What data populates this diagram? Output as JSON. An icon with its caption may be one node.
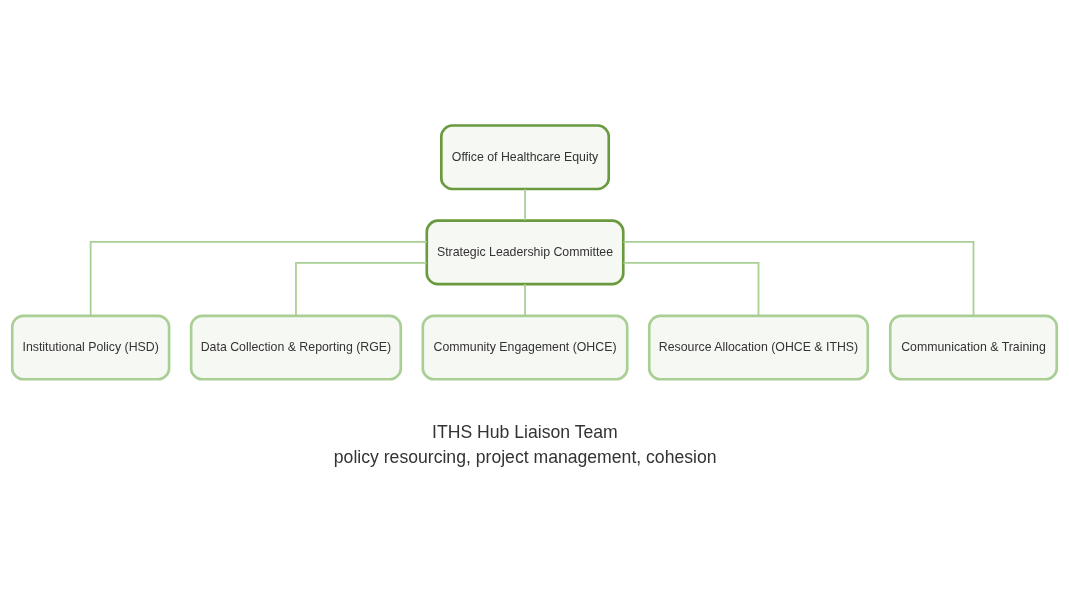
{
  "diagram": {
    "nodes": [
      {
        "text": [
          "Office of Healthcare Equity"
        ]
      },
      {
        "text": [
          "Strategic Leadership Committee"
        ]
      },
      {
        "text": [
          "Institutional Policy (HSD)"
        ]
      },
      {
        "text": [
          "Data Collection & Reporting (RGE)"
        ]
      },
      {
        "text": [
          "Community Engagement (OHCE)"
        ]
      },
      {
        "text": [
          "Resource Allocation (OHCE & ITHS)"
        ]
      },
      {
        "text": [
          "Communication & Training"
        ]
      }
    ],
    "edges": [
      {
        "from": 0,
        "to": 1,
        "arrow": "none"
      },
      {
        "from": 1,
        "to": 2,
        "arrow": "none"
      },
      {
        "from": 1,
        "to": 3,
        "arrow": "none"
      },
      {
        "from": 1,
        "to": 4,
        "arrow": "none"
      },
      {
        "from": 1,
        "to": 5,
        "arrow": "none"
      },
      {
        "from": 1,
        "to": 6,
        "arrow": "none"
      }
    ],
    "labels": [
      "ITHS Hub Liaison Team",
      "policy resourcing, project management, cohesion"
    ]
  }
}
